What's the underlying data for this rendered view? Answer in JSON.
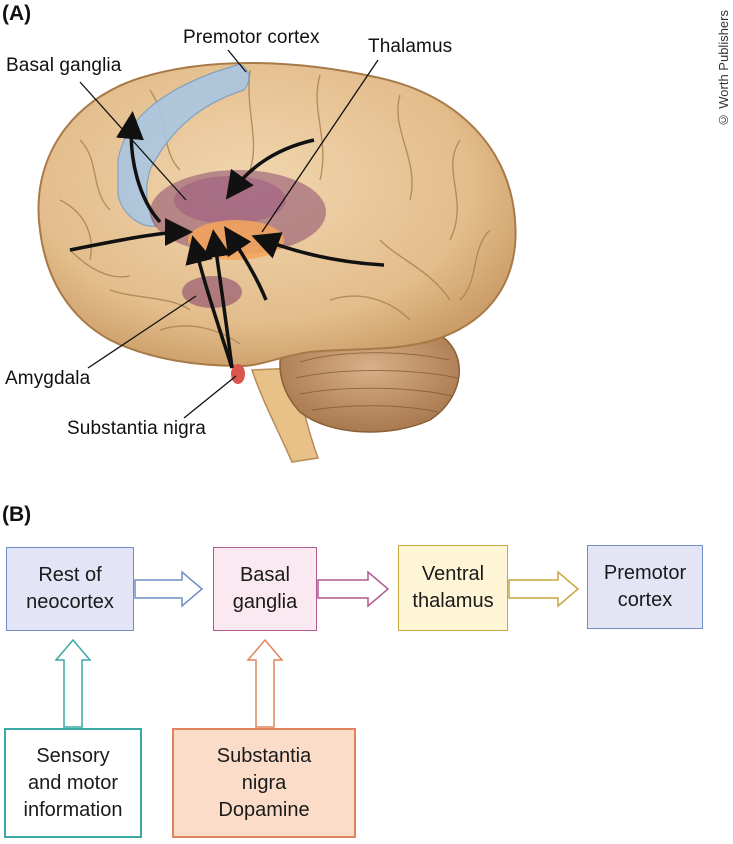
{
  "panel_a": {
    "label": "(A)",
    "credit": "© Worth Publishers",
    "callouts": {
      "premotor": "Premotor cortex",
      "basal": "Basal ganglia",
      "thalamus": "Thalamus",
      "amygdala": "Amygdala",
      "nigra": "Substantia nigra"
    }
  },
  "panel_b": {
    "label": "(B)",
    "boxes": {
      "neocortex": [
        "Rest of",
        "neocortex"
      ],
      "basal": [
        "Basal",
        "ganglia"
      ],
      "ventral": [
        "Ventral",
        "thalamus"
      ],
      "premotor": [
        "Premotor",
        "cortex"
      ],
      "sensory": [
        "Sensory",
        "and motor",
        "information"
      ],
      "nigra": [
        "Substantia",
        "nigra",
        "Dopamine"
      ]
    }
  },
  "colors": {
    "brain_tan": "#e8c79a",
    "premotor_blue": "#a9c6e2",
    "basal_purple": "#8a4a6e",
    "thalamus_orange": "#f4a45a",
    "nigra_red": "#d9574a",
    "neocortex_fill": "#e3e4f5",
    "basal_fill": "#fbe9f1",
    "ventral_fill": "#fdf5d6",
    "nigra_fill": "#fbdcc9",
    "sensory_border": "#3aa9a3"
  }
}
